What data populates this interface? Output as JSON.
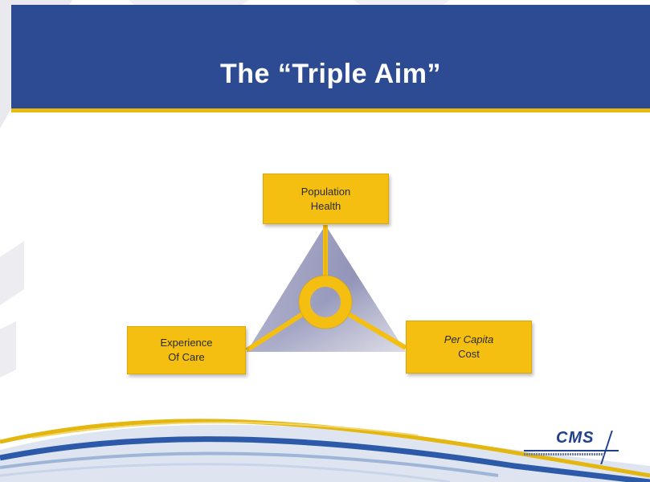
{
  "slide": {
    "title": "The “Triple Aim”"
  },
  "diagram": {
    "nodes": [
      {
        "id": "top",
        "lines": [
          "Population",
          "Health"
        ],
        "italic_first_line": false
      },
      {
        "id": "left",
        "lines": [
          "Experience",
          "Of Care"
        ],
        "italic_first_line": false
      },
      {
        "id": "right",
        "lines": [
          "Per Capita",
          "Cost"
        ],
        "italic_first_line": true
      }
    ]
  },
  "logo": {
    "text": "CMS",
    "icon": "cms-logo-icon"
  },
  "colors": {
    "banner": "#2d4b93",
    "accent": "#f5bf11",
    "triangle": "#8d8fb8"
  }
}
